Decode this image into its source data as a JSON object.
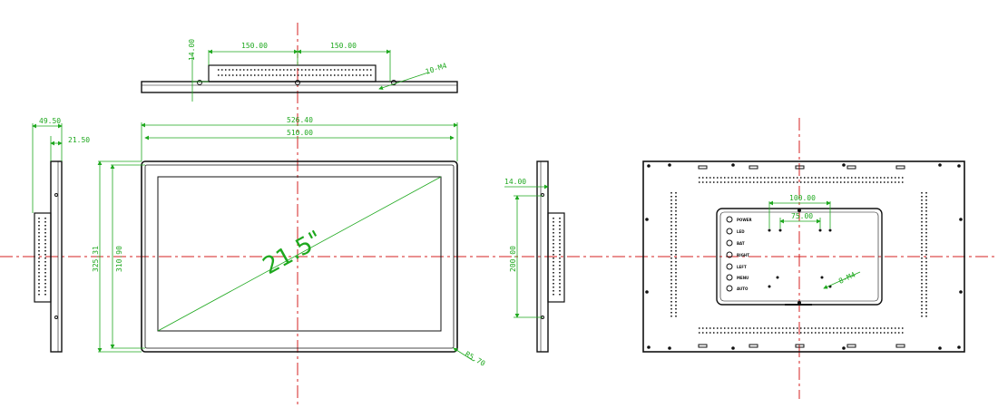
{
  "top_view": {
    "dim_height": "14.00",
    "dim_left": "150.00",
    "dim_right": "150.00",
    "dim_screw": "10-M4"
  },
  "front_view": {
    "dim_outer_width": "526.40",
    "dim_inner_width": "510.00",
    "dim_outer_height": "325.31",
    "dim_inner_height": "310.90",
    "diagonal": "21.5\"",
    "dim_corner": "R5.70"
  },
  "left_side_view": {
    "dim_depth_total": "49.50",
    "dim_depth_body": "21.50"
  },
  "right_side_view": {
    "dim_bezel": "14.00",
    "dim_mount_height": "200.00"
  },
  "rear_view": {
    "dim_vesa_outer": "100.00",
    "dim_vesa_inner": "75.00",
    "dim_screw": "8-M4",
    "buttons": [
      "POWER",
      "LED",
      "BAT",
      "RIGHT",
      "LEFT",
      "MENU",
      "AUTO"
    ]
  }
}
